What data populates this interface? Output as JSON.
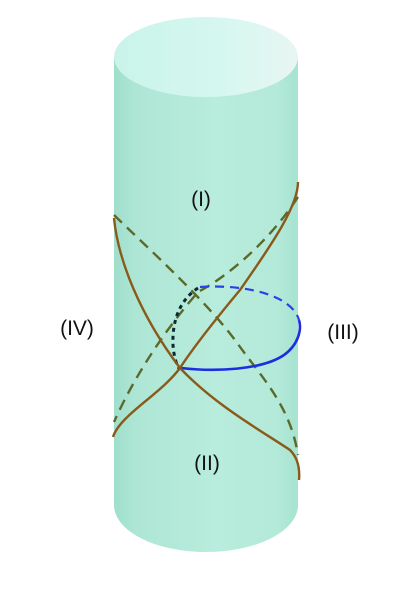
{
  "diagram": {
    "regions": [
      {
        "id": "I",
        "label": "(I)"
      },
      {
        "id": "II",
        "label": "(II)"
      },
      {
        "id": "III",
        "label": "(III)"
      },
      {
        "id": "IV",
        "label": "(IV)"
      }
    ],
    "colors": {
      "cylinder_fill": "#b5ead9",
      "cylinder_top": "#d2f7ee",
      "cylinder_bottom": "#d9f7f0",
      "horizon_solid": "#8a5a1a",
      "horizon_dashed": "#5a6a2a",
      "circle_front": "#1c2ee0",
      "circle_back": "#2a40e8",
      "circle_segment_dark": "#0b2a2e"
    }
  }
}
